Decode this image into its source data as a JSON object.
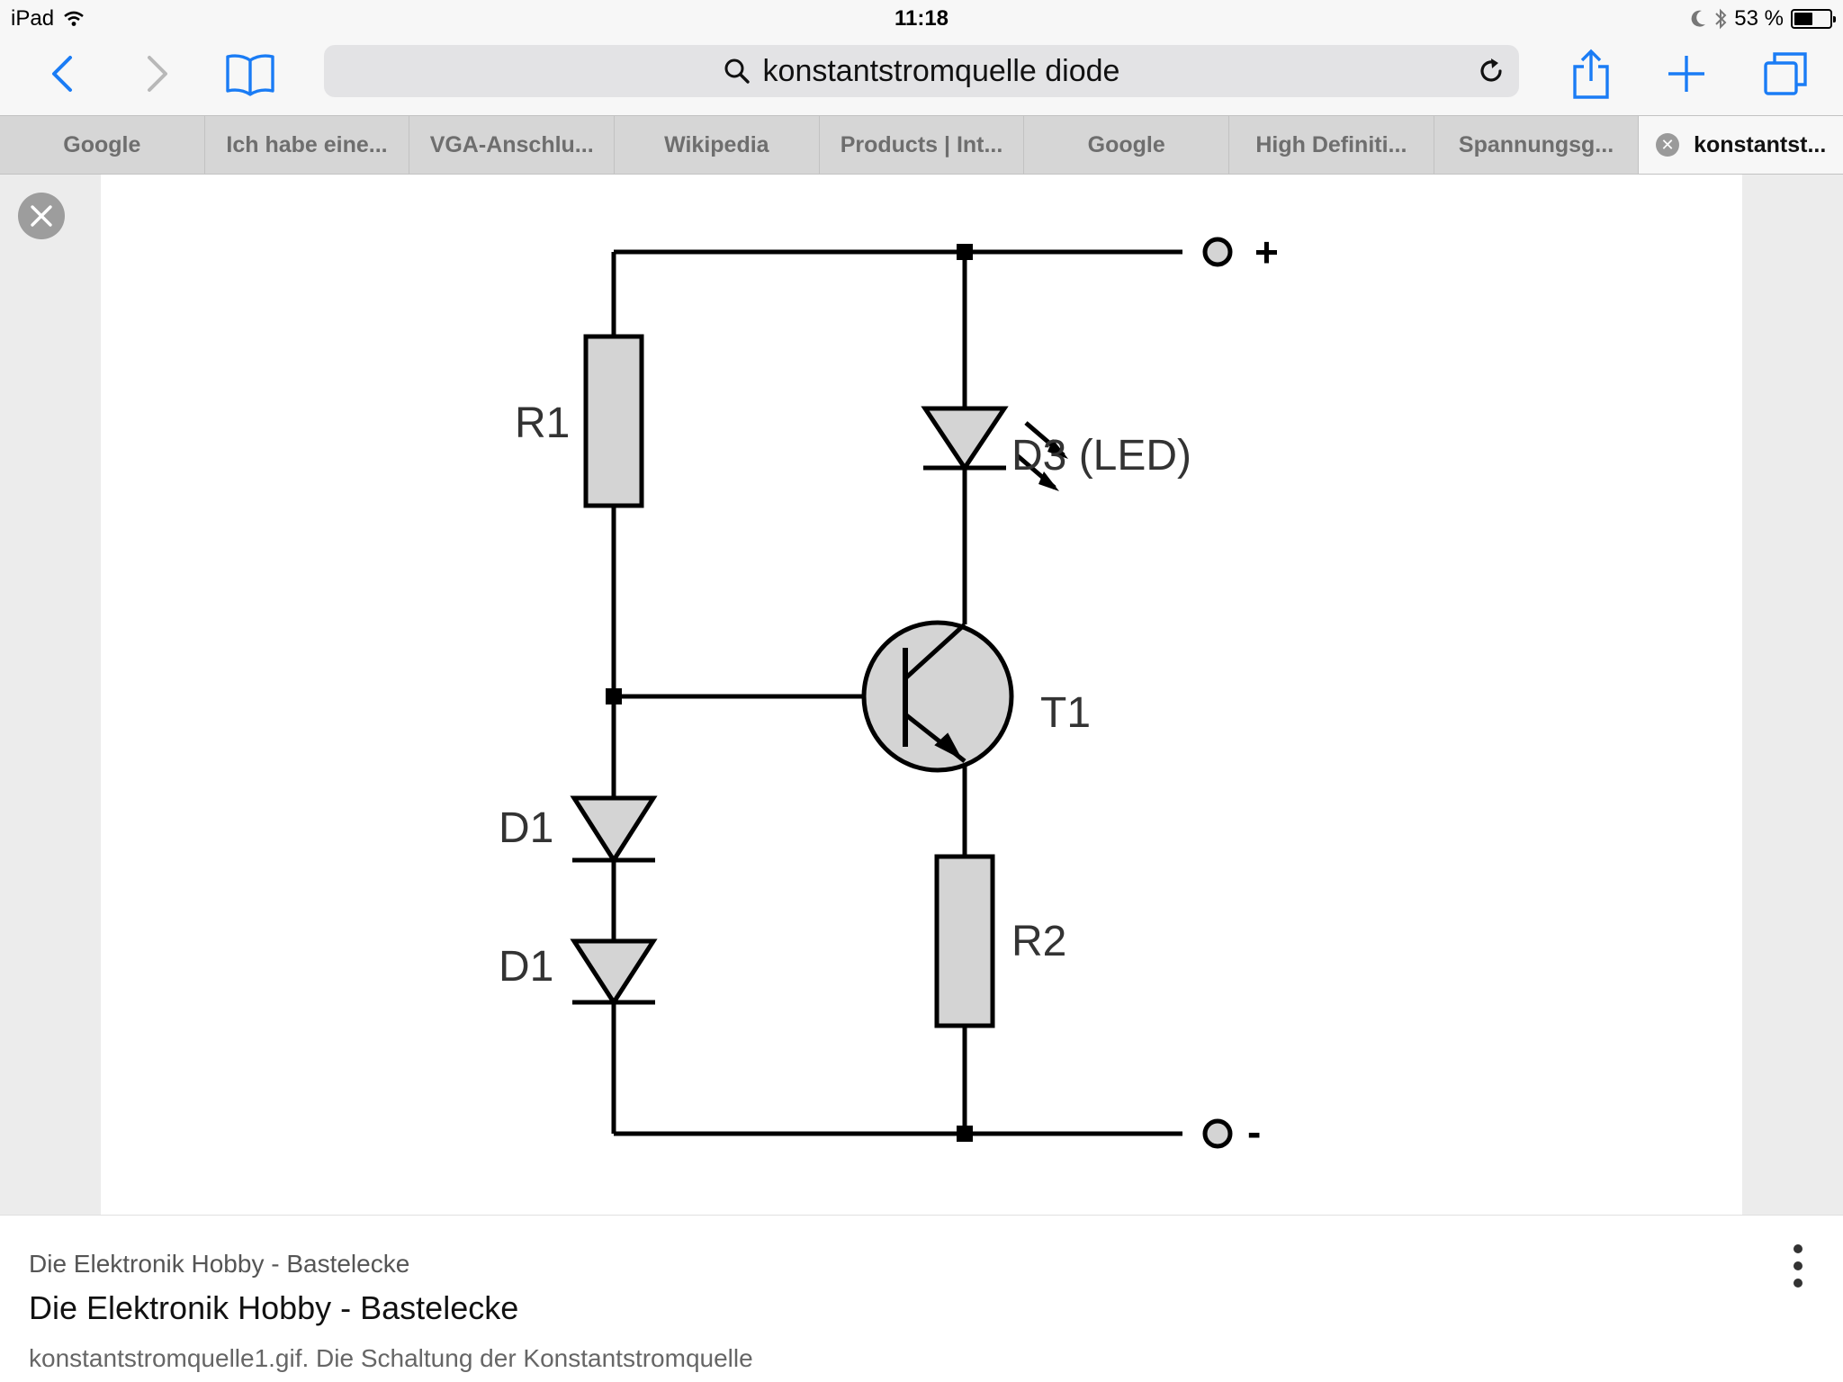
{
  "status_bar": {
    "device": "iPad",
    "time": "11:18",
    "battery": "53 %",
    "battery_level": 0.53
  },
  "toolbar": {
    "url_text": "konstantstromquelle diode",
    "icons": {
      "back": "chevron-left-icon",
      "forward": "chevron-right-icon",
      "bookmarks": "book-icon",
      "search": "search-icon",
      "reload": "reload-icon",
      "share": "share-icon",
      "new_tab": "plus-icon",
      "tabs": "tabs-icon"
    },
    "accent_color": "#1a7cf5"
  },
  "tabs": [
    {
      "label": "Google"
    },
    {
      "label": "Ich habe eine..."
    },
    {
      "label": "VGA-Anschlu..."
    },
    {
      "label": "Wikipedia"
    },
    {
      "label": "Products | Int..."
    },
    {
      "label": "Google"
    },
    {
      "label": "High Definiti..."
    },
    {
      "label": "Spannungsg..."
    },
    {
      "label": "konstantst...",
      "active": true
    }
  ],
  "schematic": {
    "labels": {
      "r1": "R1",
      "r2": "R2",
      "d3": "D3 (LED)",
      "t1": "T1",
      "d1_top": "D1",
      "d1_bottom": "D1",
      "plus": "+",
      "minus": "-"
    },
    "component_fill": "#d4d4d4",
    "wire_color": "#000000"
  },
  "caption": {
    "source": "Die Elektronik Hobby - Bastelecke",
    "title": "Die Elektronik Hobby - Bastelecke",
    "description": "konstantstromquelle1.gif. Die Schaltung der Konstantstromquelle"
  }
}
